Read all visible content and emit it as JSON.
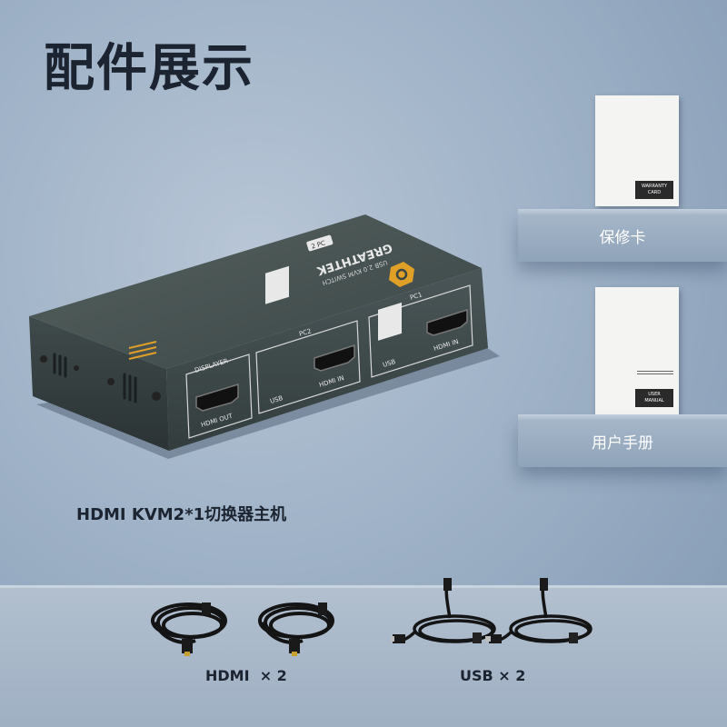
{
  "title": "配件展示",
  "accessories": {
    "warranty": {
      "label": "保修卡",
      "card_text": [
        "WARRANTY",
        "CARD"
      ]
    },
    "manual": {
      "label": "用户手册",
      "card_text": [
        "USER",
        "MANUAL"
      ]
    }
  },
  "product": {
    "caption": "HDMI KVM2*1切换器主机",
    "top_label": "USB 2.0 KVM SWITCH",
    "brand": "GREATHTEK",
    "badge": "2 PC",
    "ports": {
      "displayer": "DISPLAYER",
      "hdmi_out": "HDMI OUT",
      "pc2": "PC2",
      "pc1": "PC1",
      "usb": "USB",
      "hdmi_in": "HDMI IN"
    }
  },
  "cables": {
    "hdmi": {
      "label": "HDMI  × 2"
    },
    "usb": {
      "label": "USB × 2"
    }
  },
  "colors": {
    "accent": "#e0a028",
    "body": "#3d4a4c",
    "text_dark": "#1b2430"
  }
}
